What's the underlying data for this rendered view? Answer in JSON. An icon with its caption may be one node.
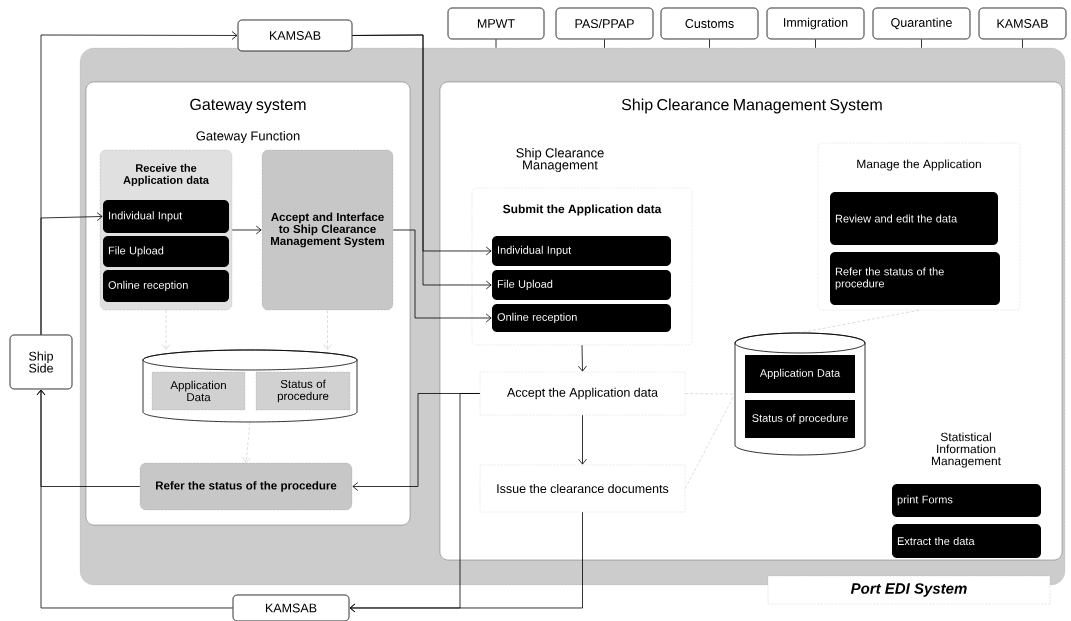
{
  "diagram": {
    "nodes": [
      {
        "text": [
          "Port EDI System"
        ]
      },
      {
        "text": [
          "Gateway system",
          "Gateway Function"
        ],
        "in": 0
      },
      {
        "text": [
          "Receive the Application data"
        ],
        "in": 1
      },
      {
        "text": [
          "Individual Input"
        ],
        "in": 2
      },
      {
        "text": [
          "File Upload"
        ],
        "in": 2
      },
      {
        "text": [
          "Online reception"
        ],
        "in": 2
      },
      {
        "text": [
          "Accept and Interface to Ship Clearance Management System"
        ],
        "in": 1
      },
      {
        "text": [],
        "shape": "cylinder",
        "in": 1
      },
      {
        "text": [
          "Application Data"
        ],
        "in": 7
      },
      {
        "text": [
          "Status of procedure"
        ],
        "in": 7
      },
      {
        "text": [
          "Refer the status of the procedure"
        ],
        "in": 1
      },
      {
        "text": [
          "Ship Clearance Management System"
        ],
        "in": 0
      },
      {
        "text": [
          "Submit the Application data"
        ],
        "in": 11
      },
      {
        "text": [
          "Individual Input"
        ],
        "in": 12
      },
      {
        "text": [
          "File Upload"
        ],
        "in": 12
      },
      {
        "text": [
          "Online reception"
        ],
        "in": 12
      },
      {
        "text": [
          "Accept the Application data"
        ],
        "in": 11
      },
      {
        "text": [
          "Issue the clearance documents"
        ],
        "in": 11
      },
      {
        "text": [
          "Manage the Application"
        ],
        "in": 11
      },
      {
        "text": [
          "Review and edit the data"
        ],
        "in": 18
      },
      {
        "text": [
          "Refer the status of the procedure"
        ],
        "in": 18
      },
      {
        "text": [],
        "shape": "cylinder",
        "in": 11
      },
      {
        "text": [
          "Application Data"
        ],
        "in": 21
      },
      {
        "text": [
          "Status of procedure"
        ],
        "in": 21
      },
      {
        "text": [
          "print Forms"
        ],
        "in": 11
      },
      {
        "text": [
          "Extract the data"
        ],
        "in": 11
      },
      {
        "text": [
          "KAMSAB"
        ]
      },
      {
        "text": [
          "Ship Side"
        ]
      },
      {
        "text": [
          "KAMSAB"
        ]
      },
      {
        "text": [
          "MPWT"
        ]
      },
      {
        "text": [
          "PAS/PPAP"
        ]
      },
      {
        "text": [
          "Customs"
        ]
      },
      {
        "text": [
          "Immigration"
        ]
      },
      {
        "text": [
          "Quarantine"
        ]
      },
      {
        "text": [
          "KAMSAB"
        ]
      }
    ],
    "edges": [
      {
        "from": 27,
        "to": 26,
        "arrow": "to"
      },
      {
        "from": 27,
        "to": 3,
        "arrow": "to"
      },
      {
        "from": 2,
        "to": 6,
        "arrow": "to"
      },
      {
        "from": 26,
        "to": 13,
        "arrow": "to"
      },
      {
        "from": 26,
        "to": 14,
        "arrow": "to"
      },
      {
        "from": 6,
        "to": 15,
        "arrow": "to"
      },
      {
        "from": 12,
        "to": 16,
        "arrow": "to"
      },
      {
        "from": 16,
        "to": 17,
        "arrow": "to"
      },
      {
        "from": 16,
        "to": 10,
        "arrow": "to"
      },
      {
        "from": 16,
        "to": 28,
        "arrow": "to"
      },
      {
        "from": 17,
        "to": 28,
        "arrow": "to"
      },
      {
        "from": 28,
        "to": 27,
        "arrow": "to"
      },
      {
        "from": 10,
        "to": 27,
        "arrow": "to"
      },
      {
        "from": 2,
        "to": 7,
        "arrow": "to",
        "style": "dashed",
        "color": "#aaaaaa"
      },
      {
        "from": 6,
        "to": 7,
        "arrow": "to",
        "style": "dashed",
        "color": "#aaaaaa"
      },
      {
        "from": 7,
        "to": 10,
        "arrow": "to",
        "style": "dashed",
        "color": "#aaaaaa"
      },
      {
        "from": 29,
        "to": 0,
        "arrow": "none"
      },
      {
        "from": 30,
        "to": 0,
        "arrow": "none"
      },
      {
        "from": 31,
        "to": 0,
        "arrow": "none"
      },
      {
        "from": 32,
        "to": 0,
        "arrow": "none"
      },
      {
        "from": 33,
        "to": 0,
        "arrow": "none"
      },
      {
        "from": 34,
        "to": 0,
        "arrow": "none"
      },
      {
        "from": 16,
        "to": 21,
        "arrow": "none",
        "style": "dashed",
        "color": "#aaaaaa"
      },
      {
        "from": 17,
        "to": 21,
        "arrow": "none",
        "style": "dashed",
        "color": "#aaaaaa"
      },
      {
        "from": 18,
        "to": 21,
        "arrow": "none",
        "style": "dashed",
        "color": "#aaaaaa"
      }
    ],
    "labels": [
      "Ship Clearance Management",
      "Statistical Information Management"
    ]
  }
}
